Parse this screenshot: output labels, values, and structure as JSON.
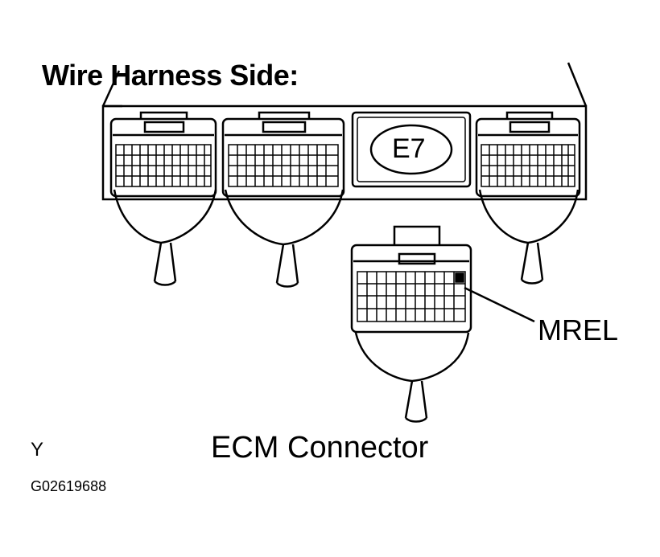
{
  "diagram": {
    "title": "Wire Harness Side:",
    "connector_code": "E7",
    "pin_label": "MREL",
    "caption": "ECM Connector",
    "corner_mark": "Y",
    "figure_id": "G02619688"
  }
}
